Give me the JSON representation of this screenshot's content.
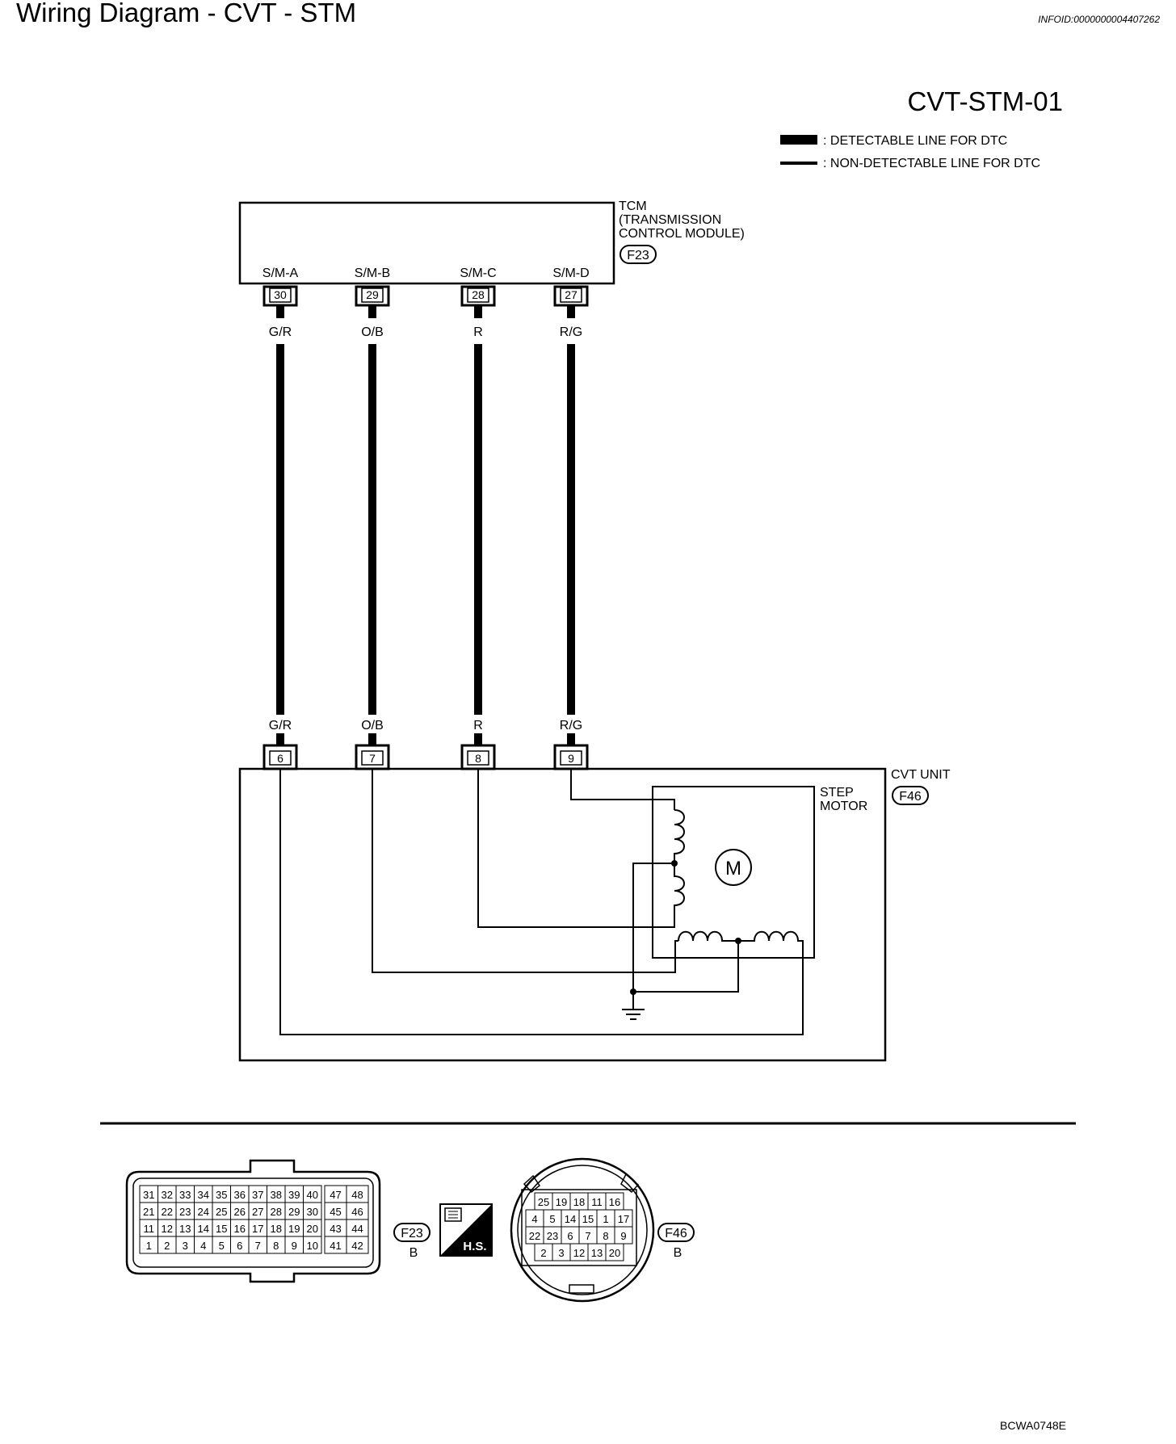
{
  "header": {
    "title": "Wiring Diagram - CVT - STM",
    "info_id": "INFOID:0000000004407262",
    "diagram_code": "CVT-STM-01"
  },
  "legend": {
    "detectable": ": DETECTABLE LINE FOR DTC",
    "non_detectable": ": NON-DETECTABLE LINE FOR DTC"
  },
  "tcm": {
    "label_1": "TCM",
    "label_2": "(TRANSMISSION",
    "label_3": "CONTROL MODULE)",
    "connector": "F23",
    "terminals": [
      {
        "name": "S/M-A",
        "pin": "30",
        "color": "G/R"
      },
      {
        "name": "S/M-B",
        "pin": "29",
        "color": "O/B"
      },
      {
        "name": "S/M-C",
        "pin": "28",
        "color": "R"
      },
      {
        "name": "S/M-D",
        "pin": "27",
        "color": "R/G"
      }
    ]
  },
  "cvt_unit": {
    "label": "CVT UNIT",
    "connector": "F46",
    "terminals": [
      {
        "pin": "6",
        "color": "G/R"
      },
      {
        "pin": "7",
        "color": "O/B"
      },
      {
        "pin": "8",
        "color": "R"
      },
      {
        "pin": "9",
        "color": "R/G"
      }
    ],
    "step_motor_1": "STEP",
    "step_motor_2": "MOTOR",
    "motor_symbol": "M"
  },
  "connectors": {
    "f23": {
      "id": "F23",
      "color_code": "B",
      "rows": [
        [
          "31",
          "32",
          "33",
          "34",
          "35",
          "36",
          "37",
          "38",
          "39",
          "40",
          "47",
          "48"
        ],
        [
          "21",
          "22",
          "23",
          "24",
          "25",
          "26",
          "27",
          "28",
          "29",
          "30",
          "45",
          "46"
        ],
        [
          "11",
          "12",
          "13",
          "14",
          "15",
          "16",
          "17",
          "18",
          "19",
          "20",
          "43",
          "44"
        ],
        [
          "1",
          "2",
          "3",
          "4",
          "5",
          "6",
          "7",
          "8",
          "9",
          "10",
          "41",
          "42"
        ]
      ]
    },
    "hs_label": "H.S.",
    "f46": {
      "id": "F46",
      "color_code": "B",
      "rows": [
        [
          "25",
          "19",
          "18",
          "11",
          "16"
        ],
        [
          "4",
          "5",
          "14",
          "15",
          "1",
          "17"
        ],
        [
          "22",
          "23",
          "6",
          "7",
          "8",
          "9"
        ],
        [
          "2",
          "3",
          "12",
          "13",
          "20"
        ]
      ]
    }
  },
  "footer_code": "BCWA0748E"
}
